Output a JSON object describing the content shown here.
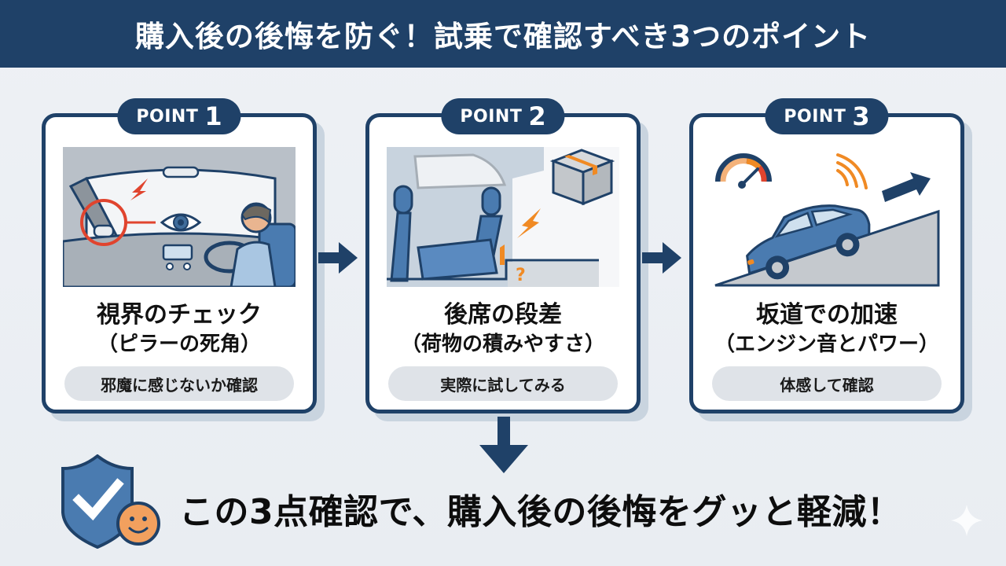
{
  "header": {
    "title": "購入後の後悔を防ぐ！試乗で確認すべき3つのポイント"
  },
  "colors": {
    "navy": "#1f4168",
    "accent_red": "#e0442e",
    "accent_orange": "#f08a24",
    "pill_bg": "#dfe3e8",
    "background": "#eef1f5"
  },
  "points": [
    {
      "badge_label": "POINT",
      "badge_number": "1",
      "illustration": "driver-view-pillar-blind-spot",
      "title": "視界のチェック",
      "subtitle": "（ピラーの死角）",
      "action": "邪魔に感じないか確認"
    },
    {
      "badge_label": "POINT",
      "badge_number": "2",
      "illustration": "rear-seat-step-cargo",
      "title": "後席の段差",
      "subtitle": "（荷物の積みやすさ）",
      "action": "実際に試してみる"
    },
    {
      "badge_label": "POINT",
      "badge_number": "3",
      "illustration": "car-accelerating-uphill",
      "title": "坂道での加速",
      "subtitle": "（エンジン音とパワー）",
      "action": "体感して確認"
    }
  ],
  "footer": {
    "message": "この3点確認で、購入後の後悔をグッと軽減！",
    "icon": "shield-check-smiley-icon"
  },
  "decor": {
    "sparkle": "sparkle-icon"
  }
}
